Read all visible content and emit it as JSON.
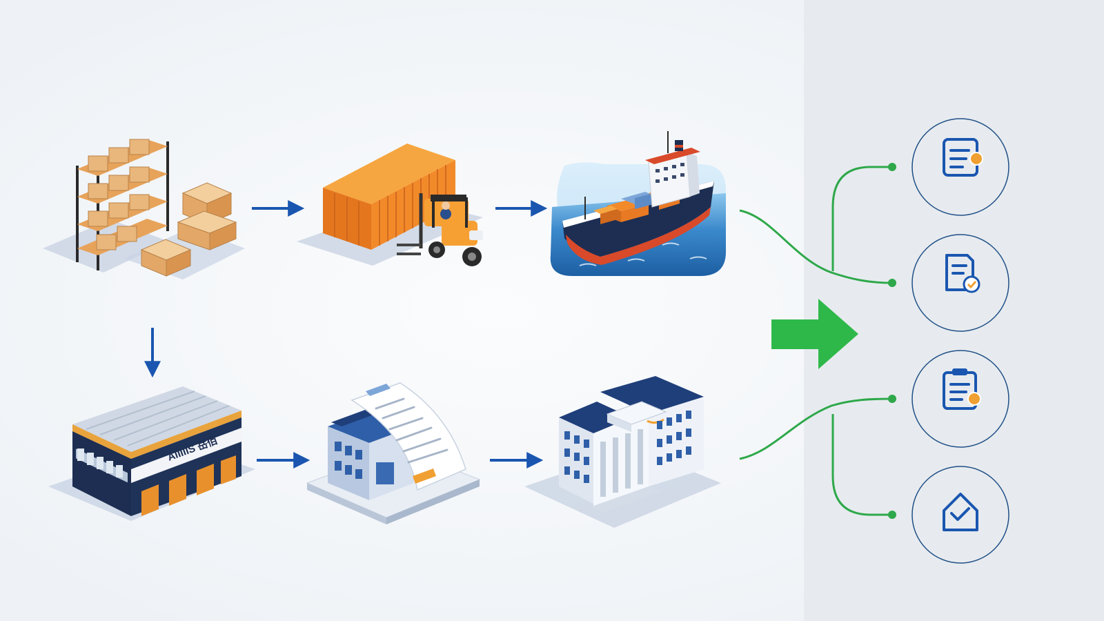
{
  "colors": {
    "background": "#f3f6f9",
    "right_panel": "#e7ebef",
    "flow_arrow": "#1a56b0",
    "connector_green": "#2ea84a",
    "big_arrow_green": "#2fb84a",
    "icon_blue": "#1a56b0",
    "icon_accent_orange": "#f0a032",
    "circle_border": "#1f4f86",
    "box_orange": "#f08c2c",
    "shelf_brown": "#e0a867",
    "sea_blue": "#2f7cc0",
    "hull_red": "#d94a2a",
    "navy": "#1d2e52"
  },
  "warehouse_sign": {
    "text": "AIIIIIS 岳佰"
  },
  "nodes": [
    {
      "id": "warehouse-shelves",
      "icon": "storage-shelves-with-boxes-icon"
    },
    {
      "id": "container-forklift",
      "icon": "shipping-container-forklift-icon"
    },
    {
      "id": "cargo-ship",
      "icon": "cargo-ship-icon"
    },
    {
      "id": "distribution-center",
      "icon": "distribution-warehouse-icon"
    },
    {
      "id": "document-processing",
      "icon": "office-with-document-icon"
    },
    {
      "id": "customs-building",
      "icon": "government-building-icon"
    }
  ],
  "right_icons": [
    {
      "id": "document-check",
      "icon": "document-with-badge-icon"
    },
    {
      "id": "document-approval",
      "icon": "document-with-checkmark-icon"
    },
    {
      "id": "clipboard-list",
      "icon": "clipboard-with-badge-icon"
    },
    {
      "id": "home-delivery",
      "icon": "house-with-checkmark-icon"
    }
  ]
}
